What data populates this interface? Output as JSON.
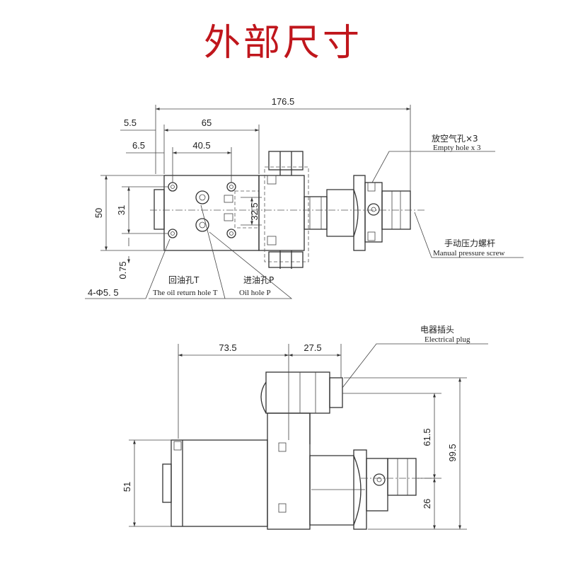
{
  "title": "外部尺寸",
  "colors": {
    "title": "#c0161c",
    "line": "#333333"
  },
  "top_view": {
    "dims": {
      "d176": "176.5",
      "d65": "65",
      "d5_5": "5.5",
      "d6_5": "6.5",
      "d40_5": "40.5",
      "d50": "50",
      "d31": "31",
      "d32_5": "32.5",
      "d0_75": "0.75",
      "holes": "4-Φ5. 5"
    },
    "labels": {
      "empty_cn": "放空气孔×3",
      "empty_en": "Empty hole x 3",
      "manual_cn": "手动压力螺杆",
      "manual_en": "Manual pressure screw",
      "return_cn": "回油孔T",
      "return_en": "The oil return hole T",
      "oil_cn": "进油孔P",
      "oil_en": "Oil hole P"
    }
  },
  "side_view": {
    "dims": {
      "d73_5": "73.5",
      "d27_5": "27.5",
      "d61_5": "61.5",
      "d99_5": "99.5",
      "d26": "26",
      "d51": "51"
    },
    "labels": {
      "plug_cn": "电器插头",
      "plug_en": "Electrical plug"
    }
  }
}
